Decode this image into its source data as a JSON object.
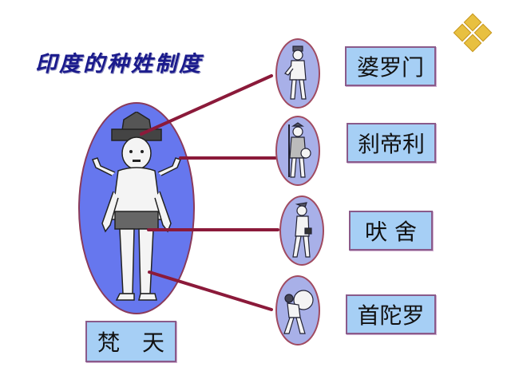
{
  "title": "印度的种姓制度",
  "colors": {
    "title": "#1a1a8c",
    "big_oval_fill": "#6677ee",
    "small_oval_fill": "#a8b0e8",
    "oval_border": "#a04a60",
    "label_fill": "#a6cff5",
    "label_border": "#8a5a8a",
    "connector": "#8b1a3a"
  },
  "deity": {
    "label": "梵　天",
    "icon": "four-armed-brahma-figure"
  },
  "castes": [
    {
      "label": "婆罗门",
      "icon": "priest-figure",
      "origin": "head"
    },
    {
      "label": "刹帝利",
      "icon": "warrior-figure",
      "origin": "arms"
    },
    {
      "label": "吠 舍",
      "icon": "merchant-figure",
      "origin": "thighs"
    },
    {
      "label": "首陀罗",
      "icon": "laborer-carrying-sack-figure",
      "origin": "feet"
    }
  ],
  "logo": {
    "icon": "four-diamond-logo"
  }
}
